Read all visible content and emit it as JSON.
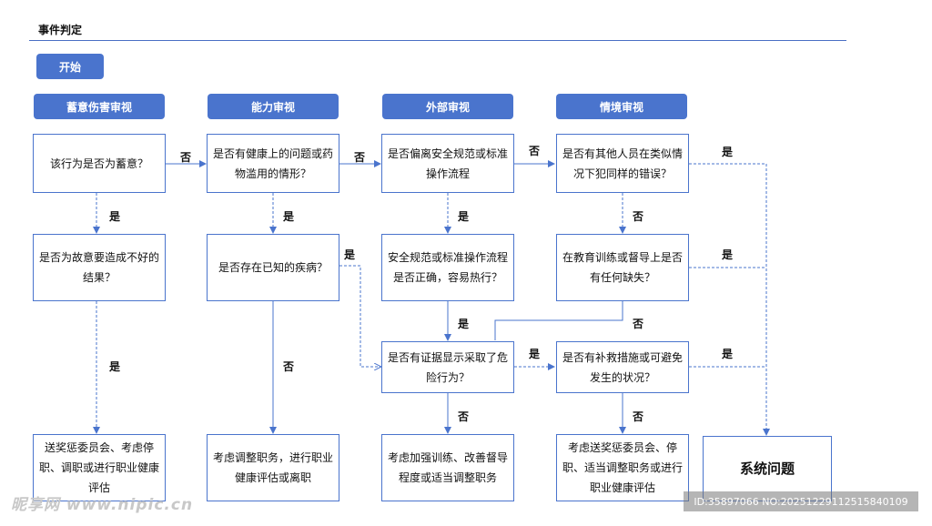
{
  "title": "事件判定",
  "start": "开始",
  "headers": [
    "蓄意伤害审视",
    "能力审视",
    "外部审视",
    "情境审视"
  ],
  "boxes": {
    "c1r1": "该行为是否为蓄意？",
    "c1r2": "是否为故意要造成不好的结果？",
    "c1r3": "送奖惩委员会、考虑停职、调职或进行职业健康评估",
    "c2r1": "是否有健康上的问题或药物滥用的情形？",
    "c2r2": "是否存在已知的疾病？",
    "c2r3": "考虑调整职务，进行职业健康评估或离职",
    "c3r1": "是否偏离安全规范或标准操作流程",
    "c3r2": "安全规范或标准操作流程是否正确，容易热行？",
    "c3r3": "是否有证据显示采取了危险行为？",
    "c3r4": "考虑加强训练、改善督导程度或适当调整职务",
    "c4r1": "是否有其他人员在类似情况下犯同样的错误？",
    "c4r2": "在教育训练或督导上是否有任何缺失？",
    "c4r3": "是否有补救措施或可避免发生的状况？",
    "c4r4": "考虑送奖惩委员会、停职、适当调整职务或进行职业健康评估",
    "system": "系统问题"
  },
  "labels": {
    "yes": "是",
    "no": "否"
  },
  "watermark": {
    "left": "昵享网 www.nipic.cn",
    "right": "ID:35897066 NO:20251229112515840109"
  },
  "colors": {
    "accent": "#4a74cd",
    "line": "#4a74cd"
  }
}
